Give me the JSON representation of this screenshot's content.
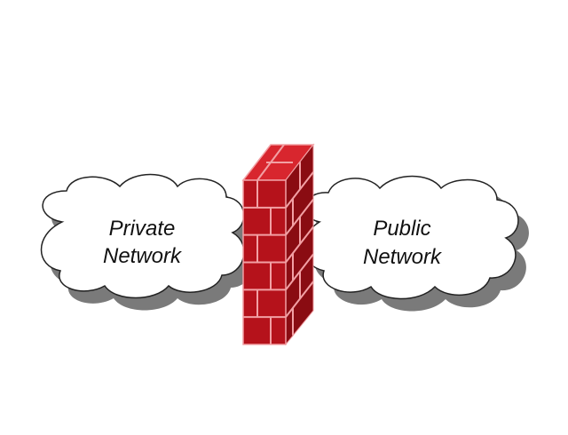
{
  "diagram": {
    "private_cloud": {
      "line1": "Private",
      "line2": "Network"
    },
    "public_cloud": {
      "line1": "Public",
      "line2": "Network"
    },
    "firewall": {
      "brick_color": "#b5121b",
      "mortar_color": "#f2a0a4"
    }
  }
}
